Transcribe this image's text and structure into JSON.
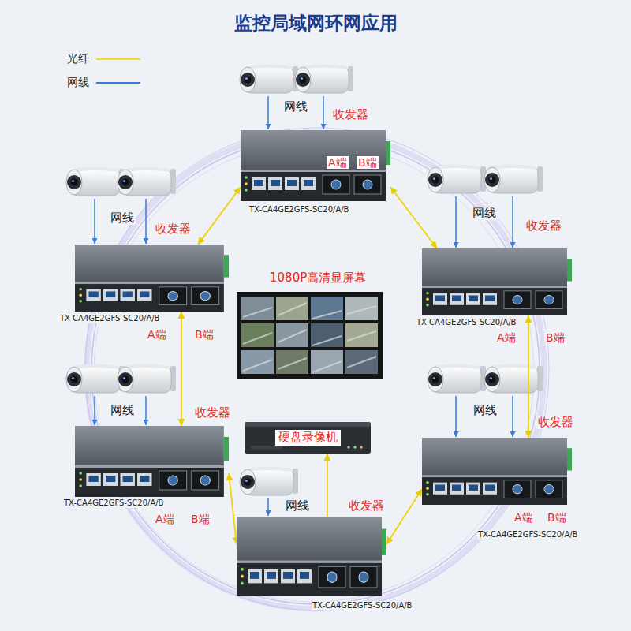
{
  "diagram": {
    "title": "监控局域网环网应用",
    "nodes": [
      {
        "text": [
          "收发器",
          "TX-CA4GE2GFS-SC20/A/B"
        ]
      },
      {
        "text": [
          "收发器",
          "TX-CA4GE2GFS-SC20/A/B"
        ]
      },
      {
        "text": [
          "收发器",
          "TX-CA4GE2GFS-SC20/A/B"
        ]
      },
      {
        "text": [
          "1080P高清显屏幕"
        ]
      },
      {
        "text": [
          "收发器",
          "TX-CA4GE2GFS-SC20/A/B"
        ]
      },
      {
        "text": [
          "硬盘录像机"
        ]
      },
      {
        "text": [
          "收发器",
          "TX-CA4GE2GFS-SC20/A/B"
        ]
      },
      {
        "text": [
          "收发器",
          "TX-CA4GE2GFS-SC20/A/B"
        ]
      }
    ],
    "edges": [
      {
        "from": 0,
        "to": 1,
        "arrow": "both"
      },
      {
        "from": 0,
        "to": 2,
        "arrow": "both"
      },
      {
        "from": 1,
        "to": 4,
        "arrow": "both"
      },
      {
        "from": 2,
        "to": 6,
        "arrow": "both"
      },
      {
        "from": 4,
        "to": 7,
        "arrow": "both"
      },
      {
        "from": 6,
        "to": 7,
        "arrow": "both"
      },
      {
        "from": 7,
        "to": 5,
        "arrow": "to"
      }
    ],
    "labels": [
      "网线",
      "A端",
      "B端",
      "网线",
      "A端",
      "B端",
      "网线",
      "A端",
      "B端",
      "网线",
      "A端",
      "B端",
      "网线",
      "A端",
      "B端",
      "网线"
    ],
    "legend": [
      {
        "text": "光纤"
      },
      {
        "text": "网线"
      }
    ]
  }
}
